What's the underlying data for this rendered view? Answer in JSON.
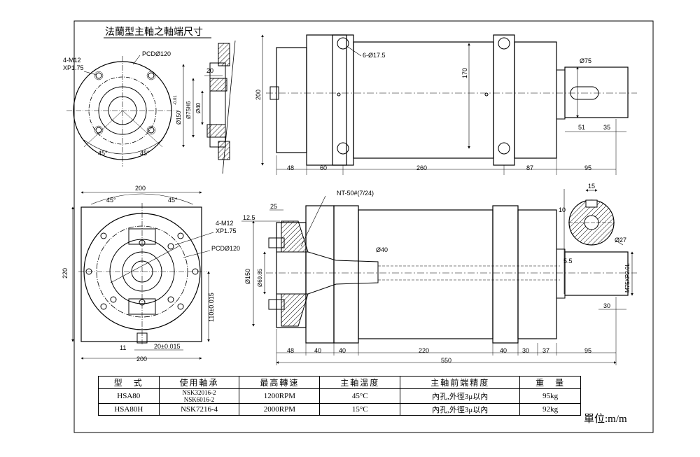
{
  "title": "法蘭型主軸之軸端尺寸",
  "unit_label": "單位:m/m",
  "top_left": {
    "thread": "4-M12",
    "pitch": "XP1.75",
    "pcd": "PCDØ120",
    "angle1": "45°",
    "angle2": "45°",
    "dim_20": "20",
    "dim_phi150": "Ø150",
    "dim_tol": "-0.01",
    "dim_phi75": "Ø75H6",
    "dim_phi40": "Ø40"
  },
  "top_side": {
    "holes": "6-Ø17.5",
    "d200": "200",
    "d170": "170",
    "phi75": "Ø75",
    "d51": "51",
    "d35": "35",
    "d48": "48",
    "d60": "60",
    "d260": "260",
    "d87": "87",
    "d95": "95"
  },
  "front": {
    "w200_top": "200",
    "angle1": "45°",
    "angle2": "45°",
    "h220": "220",
    "thread": "4-M12",
    "pitch": "XP1.75",
    "pcd": "PCDØ120",
    "h110": "110±0.015",
    "d11": "11",
    "d20": "20±0.015",
    "w200_bot": "200"
  },
  "section": {
    "taper": "NT-50#(7/24)",
    "d25": "25",
    "d12_5": "12.5",
    "phi40": "Ø40",
    "phi150": "Ø150",
    "phi69": "Ø69.85",
    "d15": "15",
    "d10": "10",
    "phi27": "Ø27",
    "d5_5": "5.5",
    "thread_end": "M75XP2.0L",
    "d30": "30",
    "d48": "48",
    "d40a": "40",
    "d40b": "40",
    "d220": "220",
    "d40c": "40",
    "d30b": "30",
    "d37": "37",
    "d95": "95",
    "d550": "550"
  },
  "table": {
    "headers": [
      "型　式",
      "使用軸承",
      "最高轉速",
      "主軸溫度",
      "主軸前端精度",
      "重　量"
    ],
    "rows": [
      {
        "model": "HSA80",
        "bearing1": "NSK32016-2",
        "bearing2": "NSK6016-2",
        "speed": "1200RPM",
        "temp": "45°C",
        "precision": "內孔,外徑3μ以內",
        "weight": "95kg"
      },
      {
        "model": "HSA80H",
        "bearing1": "NSK7216-4",
        "bearing2": "",
        "speed": "2000RPM",
        "temp": "15°C",
        "precision": "內孔,外徑3μ以內",
        "weight": "92kg"
      }
    ]
  }
}
